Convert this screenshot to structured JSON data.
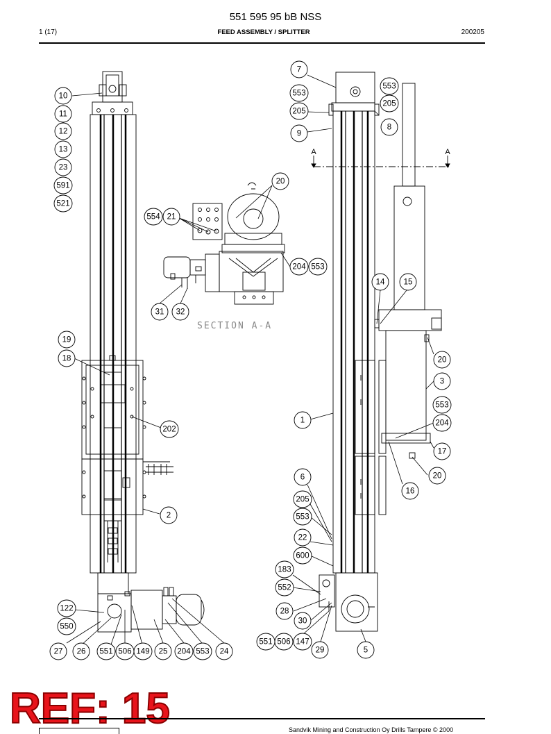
{
  "header": {
    "doc_number": "551 595 95 bB NSS",
    "page": "1 (17)",
    "title": "FEED ASSEMBLY / SPLITTER",
    "date": "200205"
  },
  "drawing": {
    "section_label": "SECTION A-A",
    "section_marker": "A",
    "callouts": [
      "7",
      "553",
      "553",
      "205",
      "205",
      "9",
      "8",
      "10",
      "11",
      "12",
      "13",
      "23",
      "591",
      "521",
      "20",
      "554",
      "21",
      "204",
      "553",
      "14",
      "15",
      "31",
      "32",
      "19",
      "18",
      "20",
      "3",
      "553",
      "1",
      "204",
      "202",
      "17",
      "6",
      "20",
      "16",
      "205",
      "553",
      "2",
      "22",
      "600",
      "183",
      "552",
      "122",
      "28",
      "550",
      "30",
      "27",
      "26",
      "551",
      "506",
      "149",
      "25",
      "204",
      "553",
      "24",
      "551",
      "506",
      "147",
      "29",
      "5"
    ]
  },
  "ref_stamp": "REF: 15",
  "footer": {
    "copyright": "Sandvik Mining and Construction Oy Drills Tampere © 2000"
  },
  "colors": {
    "ink": "#000000",
    "ref_red": "#e8141b",
    "section_grey": "#888888"
  }
}
